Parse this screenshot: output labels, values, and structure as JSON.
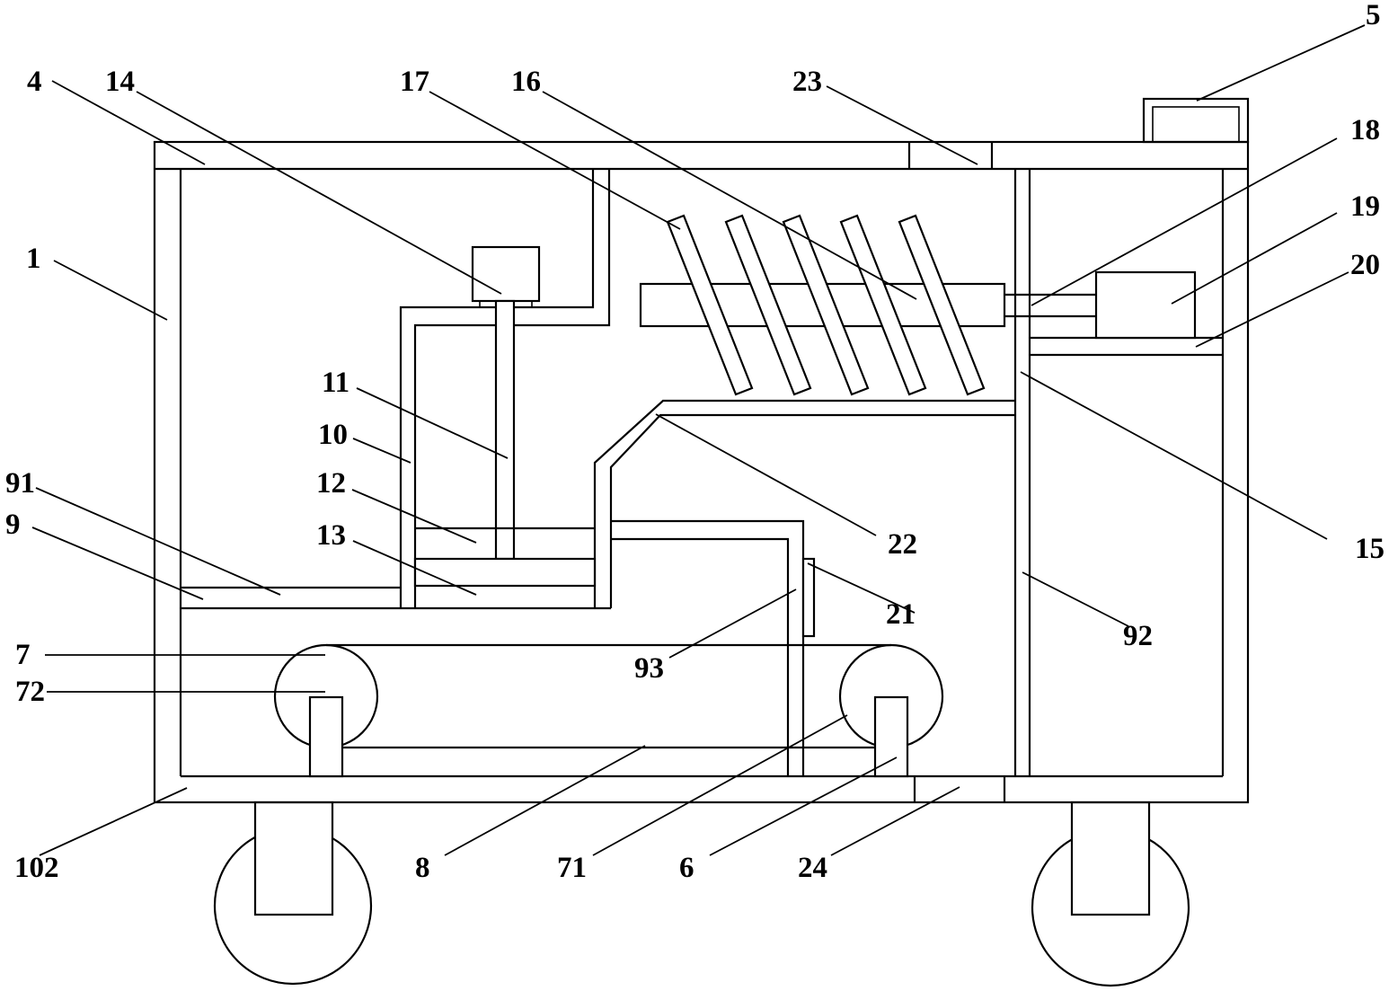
{
  "labels": {
    "l1": "1",
    "l4": "4",
    "l5": "5",
    "l6": "6",
    "l7": "7",
    "l8": "8",
    "l9": "9",
    "l10": "10",
    "l11": "11",
    "l12": "12",
    "l13": "13",
    "l14": "14",
    "l15": "15",
    "l16": "16",
    "l17": "17",
    "l18": "18",
    "l19": "19",
    "l20": "20",
    "l21": "21",
    "l22": "22",
    "l23": "23",
    "l24": "24",
    "l71": "71",
    "l72": "72",
    "l91": "91",
    "l92": "92",
    "l93": "93",
    "l102": "102"
  }
}
